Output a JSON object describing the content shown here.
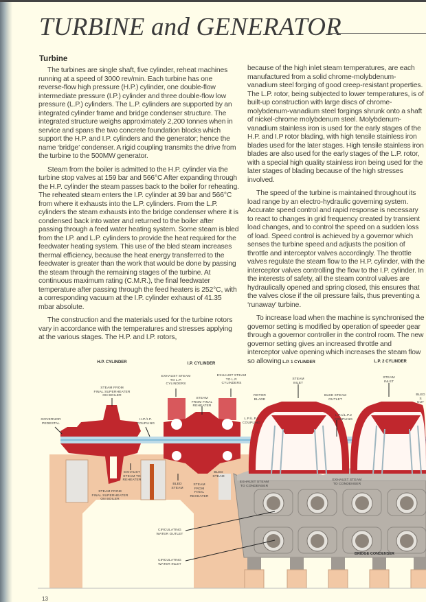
{
  "header": {
    "title": "TURBINE and GENERATOR"
  },
  "section": {
    "heading": "Turbine"
  },
  "left_column": {
    "paragraphs": [
      "The turbines are single shaft, five cylinder, reheat machines running at a speed of 3000 rev/min. Each turbine has one reverse-flow high pressure (H.P.) cylinder, one double-flow intermediate pressure (I.P.) cylinder and three double-flow low pressure (L.P.) cylinders. The L.P. cylinders are supported by an integrated cylinder frame and bridge condenser structure. The integrated structure weighs approximately 2,200 tonnes when in service and spans the two concrete foundation blocks which support the H.P. and I.P. cylinders and the generator; hence the name ‘bridge’ condenser. A rigid coupling transmits the drive from the turbine to the 500MW generator.",
      "Steam from the boiler is admitted to the H.P. cylinder via the turbine stop valves at 159 bar and 566°C After expanding through the H.P. cylinder the steam passes back to the boiler for reheating. The reheated steam enters the I.P. cylinder at 39 bar and 566°C from where it exhausts into the L.P. cylinders. From the L.P. cylinders the steam exhausts into the bridge condenser where it is condensed back into water and returned to the boiler after passing through a feed water heating system. Some steam is bled from the I.P. and L.P. cylinders to provide the heat required for the feedwater heating system. This use of the bled steam increases thermal efficiency, because the heat energy transferred to the feedwater is greater than the work that would be done by passing the steam through the remaining stages of the turbine. At continuous maximum rating (C.M.R.), the final feedwater temperature after passing through the feed heaters is 252°C, with a corresponding vacuum at the I.P. cylinder exhaust of 41.35 mbar absolute.",
      "The construction and the materials used for the turbine rotors vary in accordance with the temperatures and stresses applying at the various stages. The H.P. and I.P. rotors,"
    ]
  },
  "right_column": {
    "paragraphs": [
      "because of the high inlet steam temperatures, are each manufactured from a solid chrome-molybdenum-vanadium steel forging of good creep-resistant properties. The L.P. rotor, being subjected to lower temperatures, is of built-up construction with large discs of chrome-molybdenum-vanadium steel forgings shrunk onto a shaft of nickel-chrome molybdenum steel. Molybdenum-vanadium stainless iron is used for the early stages of the H.P. and I.P rotor blading, with high tensile stainless iron blades used for the later stages. High tensile stainless iron blades are also used for the early stages of the L.P. rotor, with a special high quality stainless iron being used for the later stages of blading because of the high stresses involved.",
      "The speed of the turbine is maintained throughout its load range by an electro-hydraulic governing system. Accurate speed control and rapid response is necessary to react to changes in grid frequency created by transient load changes, and to control the speed on a sudden loss of load. Speed control is achieved by a governor which senses the turbine speed and adjusts the position of throttle and interceptor valves accordingly. The throttle valves regulate the steam flow to the H.P. cylinder, with the interceptor valves controlling the flow to the I.P. cylinder. In the interests of safety, all the steam control valves are hydraulically opened and spring closed, this ensures that the valves close if the oil pressure fails, thus preventing a ‘runaway’ turbine.",
      "To increase load when the machine is synchronised the governor setting is modified by operation of speeder gear through a governor controller in the control room. The new governor setting gives an increased throttle and interceptor valve opening which increases the steam flow so allowing"
    ]
  },
  "diagram": {
    "cylinders": [
      "H.P. CYLINDER",
      "I.P. CYLINDER",
      "L.P. 1 CYLINDER",
      "L.P. 2 CYLINDER"
    ],
    "labels": {
      "exhaust_lp_1": "EXHAUST STEAM\nTO L.P.\nCYLINDERS",
      "exhaust_lp_2": "EXHAUST STEAM\nTO L.P.\nCYLINDERS",
      "superheater_top": "STEAM FROM\nFINAL SUPERHEATER\nON BOILER",
      "reheater_top": "STEAM\nFROM FINAL\nREHEATER",
      "steam_inlet_1": "STEAM\nINLET",
      "steam_inlet_2": "STEAM\nINLET",
      "rotor_blade": "ROTOR\nBLADE",
      "bled_outlet_1": "BLED STEAM\nOUTLET",
      "bled_outlet_2": "BLED S\nOUT",
      "governor_pedestal": "GOVERNOR\nPEDESTAL",
      "hp_ip_coupling": "H.P./I.P.\nCOUPLING",
      "lp_lp1_coupling": "L.P./L.P.1\nCOUPLING",
      "lp1_lp2_coupling": "L.P.1/L.P.2\nCOUPLING",
      "exhaust_reheater": "EXHAUST\nSTEAM TO\nREHEATER",
      "superheater_bottom": "STEAM FROM\nFINAL SUPERHEATER\nON BOILER",
      "bled_steam_1": "BLED\nSTEAM",
      "reheater_bottom": "STEAM\nFROM\nFINAL\nREHEATER",
      "bled_steam_2": "BLED\nSTEAM",
      "exhaust_condenser_1": "EXHAUST STEAM\nTO CONDENSER",
      "exhaust_condenser_2": "EXHAUST STEAM\nTO CONDENSER",
      "water_outlet": "CIRCULATING\nWATER OUTLET",
      "water_inlet": "CIRCULATING\nWATER INLET",
      "bridge_condenser": "BRIDGE CONDENSER"
    },
    "colors": {
      "casing": "#c0272d",
      "exhaust_tower": "#d8585c",
      "foundation": "#f2c8a5",
      "condenser": "#b7b1a9",
      "shaft": "#bcdbe8"
    }
  },
  "footer": {
    "page_number": "13"
  }
}
